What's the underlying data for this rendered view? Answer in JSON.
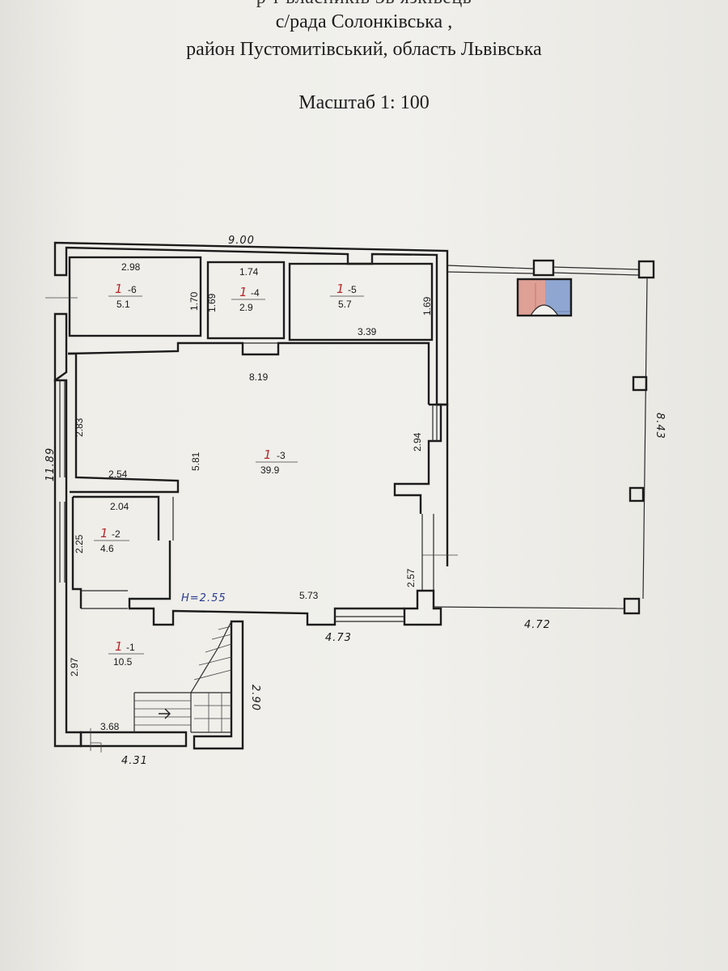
{
  "header": {
    "cut_line": "р т   власників  Зв язківець",
    "line1": "с/рада Солонківська ,",
    "line2": "район Пустомитівський,  область Львівська",
    "scale": "Масштаб 1: 100"
  },
  "plan": {
    "overall": {
      "top_width": "9.00",
      "left_height": "11.89",
      "right_terrace_height": "8.43",
      "terrace_width": "4.72",
      "bottom_width": "4.31",
      "wall_mid": "4.73",
      "height_note": "H=2.55"
    },
    "rooms": [
      {
        "id": "1-6",
        "num": "1",
        "suffix": "-6",
        "area": "5.1",
        "width": "2.98",
        "depth": "1.70"
      },
      {
        "id": "1-4",
        "num": "1",
        "suffix": "-4",
        "area": "2.9",
        "width": "1.74",
        "depth": "1.69"
      },
      {
        "id": "1-5",
        "num": "1",
        "suffix": "-5",
        "area": "5.7",
        "width": "3.39",
        "depth": "1.69"
      },
      {
        "id": "1-3",
        "num": "1",
        "suffix": "-3",
        "area": "39.9",
        "width": "8.19",
        "depth": "5.81"
      },
      {
        "id": "1-2",
        "num": "1",
        "suffix": "-2",
        "area": "4.6",
        "width": "2.04",
        "depth": "2.25"
      },
      {
        "id": "1-1",
        "num": "1",
        "suffix": "-1",
        "area": "10.5",
        "width": "3.68",
        "depth": "2.97"
      }
    ],
    "inner_dims": {
      "d283": "2.83",
      "d254": "2.54",
      "d294": "2.94",
      "d257": "2.57",
      "d573": "5.73",
      "d290": "2.90"
    }
  }
}
